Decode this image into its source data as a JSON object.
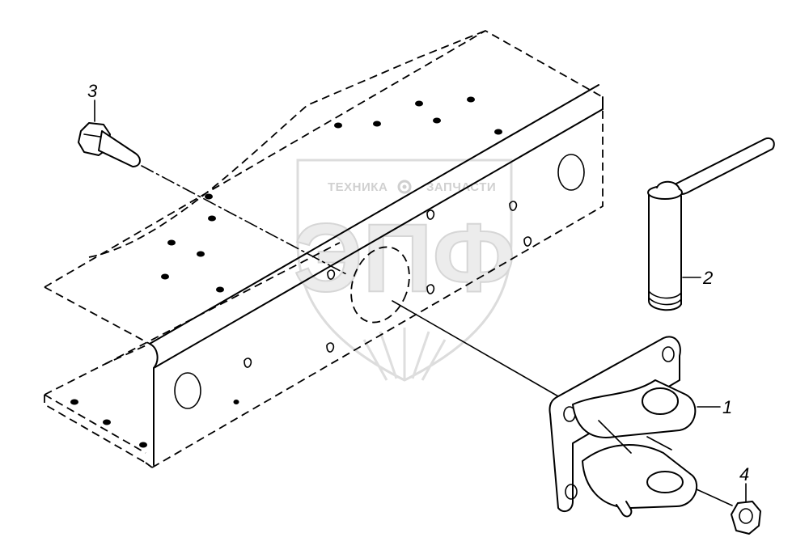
{
  "watermark": {
    "top_left": "ТЕХНИКА",
    "top_right": "ЗАПЧАСТИ",
    "logo": "ЭПФ",
    "gear_icon": "gear-icon"
  },
  "callouts": [
    {
      "id": "part-1",
      "label": "1"
    },
    {
      "id": "part-2",
      "label": "2"
    },
    {
      "id": "part-3",
      "label": "3"
    },
    {
      "id": "part-4",
      "label": "4"
    }
  ]
}
